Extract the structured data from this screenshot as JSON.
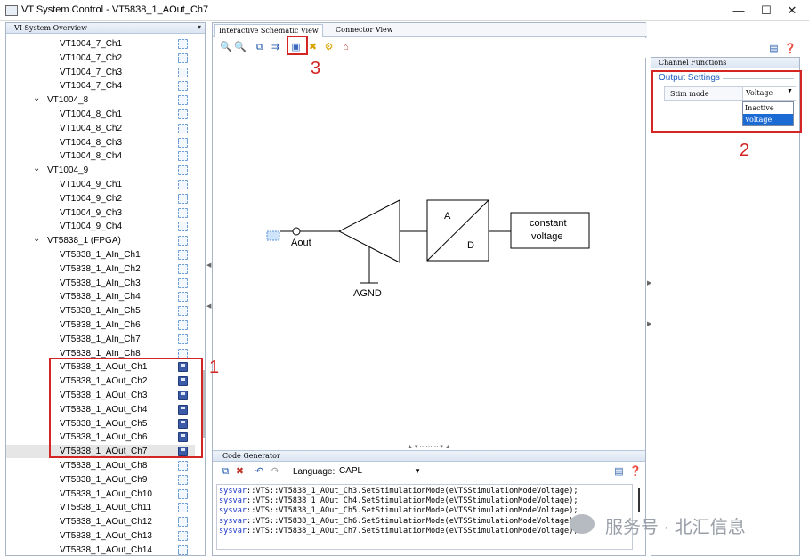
{
  "window": {
    "title": "VT System Control - VT5838_1_AOut_Ch7",
    "minimize": "—",
    "maximize": "☐",
    "close": "✕"
  },
  "overview": {
    "title": "VI System Overview",
    "pin": "▾",
    "items": [
      {
        "label": "VT1004_7_Ch1",
        "level": 2,
        "icon": "channel"
      },
      {
        "label": "VT1004_7_Ch2",
        "level": 2,
        "icon": "channel"
      },
      {
        "label": "VT1004_7_Ch3",
        "level": 2,
        "icon": "channel"
      },
      {
        "label": "VT1004_7_Ch4",
        "level": 2,
        "icon": "channel"
      },
      {
        "label": "VT1004_8",
        "level": 1,
        "icon": "channel"
      },
      {
        "label": "VT1004_8_Ch1",
        "level": 2,
        "icon": "channel"
      },
      {
        "label": "VT1004_8_Ch2",
        "level": 2,
        "icon": "channel"
      },
      {
        "label": "VT1004_8_Ch3",
        "level": 2,
        "icon": "channel"
      },
      {
        "label": "VT1004_8_Ch4",
        "level": 2,
        "icon": "channel"
      },
      {
        "label": "VT1004_9",
        "level": 1,
        "icon": "channel"
      },
      {
        "label": "VT1004_9_Ch1",
        "level": 2,
        "icon": "channel"
      },
      {
        "label": "VT1004_9_Ch2",
        "level": 2,
        "icon": "channel"
      },
      {
        "label": "VT1004_9_Ch3",
        "level": 2,
        "icon": "channel"
      },
      {
        "label": "VT1004_9_Ch4",
        "level": 2,
        "icon": "channel"
      },
      {
        "label": "VT5838_1 (FPGA)",
        "level": 1,
        "icon": "channel"
      },
      {
        "label": "VT5838_1_AIn_Ch1",
        "level": 2,
        "icon": "channel"
      },
      {
        "label": "VT5838_1_AIn_Ch2",
        "level": 2,
        "icon": "channel"
      },
      {
        "label": "VT5838_1_AIn_Ch3",
        "level": 2,
        "icon": "channel"
      },
      {
        "label": "VT5838_1_AIn_Ch4",
        "level": 2,
        "icon": "channel"
      },
      {
        "label": "VT5838_1_AIn_Ch5",
        "level": 2,
        "icon": "channel"
      },
      {
        "label": "VT5838_1_AIn_Ch6",
        "level": 2,
        "icon": "channel"
      },
      {
        "label": "VT5838_1_AIn_Ch7",
        "level": 2,
        "icon": "channel"
      },
      {
        "label": "VT5838_1_AIn_Ch8",
        "level": 2,
        "icon": "channel"
      },
      {
        "label": "VT5838_1_AOut_Ch1",
        "level": 2,
        "icon": "disk"
      },
      {
        "label": "VT5838_1_AOut_Ch2",
        "level": 2,
        "icon": "disk"
      },
      {
        "label": "VT5838_1_AOut_Ch3",
        "level": 2,
        "icon": "disk"
      },
      {
        "label": "VT5838_1_AOut_Ch4",
        "level": 2,
        "icon": "disk"
      },
      {
        "label": "VT5838_1_AOut_Ch5",
        "level": 2,
        "icon": "disk"
      },
      {
        "label": "VT5838_1_AOut_Ch6",
        "level": 2,
        "icon": "disk"
      },
      {
        "label": "VT5838_1_AOut_Ch7",
        "level": 2,
        "icon": "disk",
        "selected": true
      },
      {
        "label": "VT5838_1_AOut_Ch8",
        "level": 2,
        "icon": "channel"
      },
      {
        "label": "VT5838_1_AOut_Ch9",
        "level": 2,
        "icon": "channel"
      },
      {
        "label": "VT5838_1_AOut_Ch10",
        "level": 2,
        "icon": "channel"
      },
      {
        "label": "VT5838_1_AOut_Ch11",
        "level": 2,
        "icon": "channel"
      },
      {
        "label": "VT5838_1_AOut_Ch12",
        "level": 2,
        "icon": "channel"
      },
      {
        "label": "VT5838_1_AOut_Ch13",
        "level": 2,
        "icon": "channel"
      },
      {
        "label": "VT5838_1_AOut_Ch14",
        "level": 2,
        "icon": "channel"
      }
    ]
  },
  "tabs": [
    {
      "label": "Interactive Schematic View",
      "active": true
    },
    {
      "label": "Connector View",
      "active": false
    }
  ],
  "schematic": {
    "input_label": "Aout",
    "ground_label": "AGND",
    "converter_top": "A",
    "converter_bottom": "D",
    "source_line1": "constant",
    "source_line2": "voltage"
  },
  "codegen": {
    "title": "Code Generator",
    "language_label": "Language:",
    "language_value": "CAPL",
    "lines": [
      {
        "prefix": "sysvar",
        "text": "::VTS::VT5838_1_AOut_Ch3.SetStimulationMode(eVTSStimulationModeVoltage);"
      },
      {
        "prefix": "sysvar",
        "text": "::VTS::VT5838_1_AOut_Ch4.SetStimulationMode(eVTSStimulationModeVoltage);"
      },
      {
        "prefix": "sysvar",
        "text": "::VTS::VT5838_1_AOut_Ch5.SetStimulationMode(eVTSStimulationModeVoltage);"
      },
      {
        "prefix": "sysvar",
        "text": "::VTS::VT5838_1_AOut_Ch6.SetStimulationMode(eVTSStimulationModeVoltage);"
      },
      {
        "prefix": "sysvar",
        "text": "::VTS::VT5838_1_AOut_Ch7.SetStimulationMode(eVTSStimulationModeVoltage);"
      }
    ]
  },
  "channel_functions": {
    "title": "Channel Functions",
    "section": "Output Settings",
    "stim_label": "Stim mode",
    "stim_value": "Voltage",
    "options": [
      "Inactive",
      "Voltage"
    ],
    "highlighted_option": "Voltage"
  },
  "annotations": {
    "n1": "1",
    "n2": "2",
    "n3": "3"
  },
  "watermark": {
    "text": "服务号 · 北汇信息"
  },
  "colors": {
    "annotation": "#d42424",
    "code_keyword": "#1a36c9",
    "section_title": "#1f5fbf",
    "selection": "#1c6bd4"
  }
}
